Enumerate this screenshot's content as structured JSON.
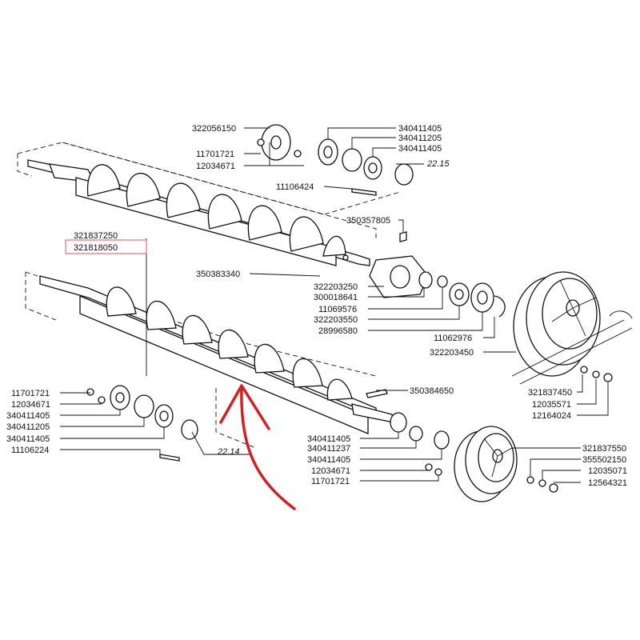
{
  "labels": {
    "p322056150": "322056150",
    "p11701721_top": "11701721",
    "p12034671_top": "12034671",
    "p340411405_a": "340411405",
    "p340411205_a": "340411205",
    "p340411405_b": "340411405",
    "p11106424": "11106424",
    "ref_2215": "22.15",
    "p350357805": "350357805",
    "p321837250": "321837250",
    "p321818050": "321818050",
    "p350383340": "350383340",
    "p322203250": "322203250",
    "p300018641": "300018641",
    "p11069576": "11069576",
    "p322203550": "322203550",
    "p28996580": "28996580",
    "p11062976": "11062976",
    "p322203450": "322203450",
    "p11701721_left": "11701721",
    "p12034671_left": "12034671",
    "p340411405_c": "340411405",
    "p340411205_b": "340411205",
    "p340411405_d": "340411405",
    "p11106224": "11106224",
    "ref_2214": "22.14",
    "p350384650": "350384650",
    "p321837450": "321837450",
    "p12035571": "12035571",
    "p12164024": "12164024",
    "p340411405_e": "340411405",
    "p340411237": "340411237",
    "p340411405_f": "340411405",
    "p12034671_bot": "12034671",
    "p11701721_bot": "11701721",
    "p321837550": "321837550",
    "p355502150": "355502150",
    "p12035071": "12035071",
    "p12564321": "12564321"
  },
  "colors": {
    "line": "#111111",
    "highlight_box": "#e05050",
    "annotation_arrow": "#d42020"
  }
}
